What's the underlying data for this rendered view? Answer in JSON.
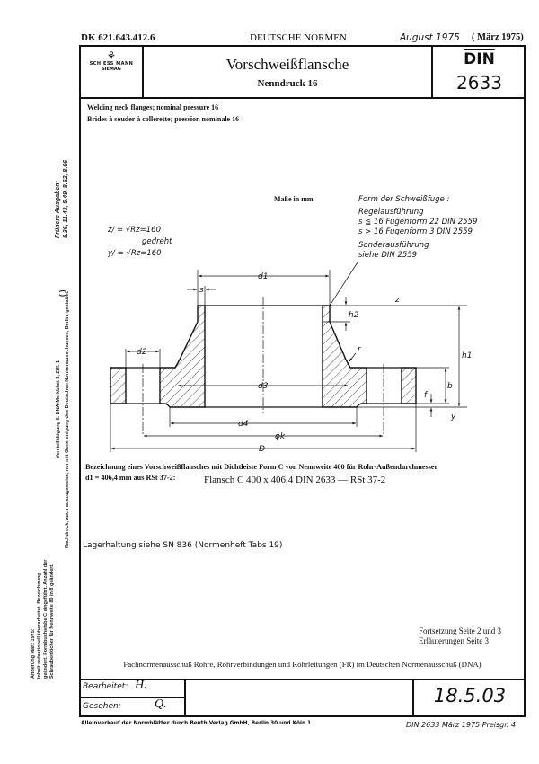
{
  "header": {
    "dk_number": "DK 621.643.412.6",
    "series": "DEUTSCHE NORMEN",
    "edition": "August 1975",
    "edition_original": "( März 1975)",
    "logo_text": [
      "SCHIESS MANN",
      "SIEMAG"
    ],
    "title": "Vorschweißflansche",
    "subtitle": "Nenndruck 16",
    "din_label": "DIN",
    "din_number": "2633"
  },
  "translations": {
    "english": "Welding neck flanges; nominal pressure 16",
    "french": "Brides à souder à collerette; pression nominale 16"
  },
  "sidebar": {
    "previous_editions_label": "Frühere Ausgaben:",
    "previous_editions": "8.36, 11.43, 5.49, 8.62, 8.66",
    "bracket": "(   )",
    "reproduction": "Vervielfältigung ll. DNA-Merkblatt 3, Ziff. 1",
    "reprint": "Nachdruck, auch auszugsweise, nur mit Genehmigung des Deutschen Normenausschusses, Berlin, gestattet.",
    "change_title": "Änderung März 1975:",
    "change_lines": [
      "Inhalt redaktionell überarbeitet. Bezeichnung",
      "geändert. Formbuchstabe C eingeführt. Anzahl der",
      "Schraubenlöcher für Nennweite 80 in 8 geändert."
    ]
  },
  "drawing": {
    "units": "Maße in mm",
    "weld_form_title": "Form der Schweißfuge :",
    "weld_form_lines": [
      "Regelausführung",
      "s ≦ 16  Fugenform 22  DIN 2559",
      "s > 16  Fugenform 3  DIN 2559",
      "Sonderausführung",
      "siehe  DIN 2559"
    ],
    "surface_z": "z/ = √Rz=160",
    "surface_turned": "gedreht",
    "surface_y": "y/ = √Rz=160",
    "labels": {
      "d1": "d1",
      "s": "s",
      "h2": "h2",
      "z": "z",
      "r": "r",
      "h1": "h1",
      "d2": "d2",
      "d3": "d3",
      "b": "b",
      "f": "f",
      "y": "y",
      "d4": "d4",
      "k": "ϕk",
      "D": "D"
    }
  },
  "designation": {
    "text_line1": "Bezeichnung eines Vorschweißflansches mit Dichtleiste Form C von Nennweite 400 für Rohr-Außendurchmesser",
    "text_line2": "d1 = 406,4 mm aus RSt 37-2:",
    "example": "Flansch C 400 x 406,4 DIN 2633 — RSt 37-2"
  },
  "storage_note": "Lagerhaltung siehe SN 836 (Normenheft Tabs 19)",
  "continuation": [
    "Fortsetzung Seite 2 und 3",
    "Erläuterungen Seite 3"
  ],
  "committee": "Fachnormenausschuß Rohre, Rohrverbindungen und Rohrleitungen (FR) im Deutschen Normenausschuß (DNA)",
  "footer": {
    "edited_label": "Bearbeitet:",
    "edited_sig": "H.",
    "reviewed_label": "Gesehen:",
    "reviewed_sig": "Q.",
    "code": "18.5.03",
    "distribution": "Alleinverkauf der Normblätter durch Beuth Verlag GmbH, Berlin 30 und Köln 1",
    "price": "DIN 2633  März 1975  Preisgr. 4"
  }
}
